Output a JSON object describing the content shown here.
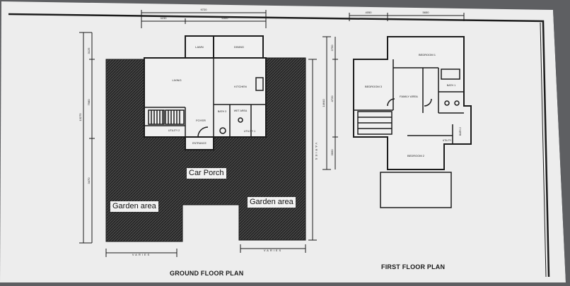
{
  "ground_floor": {
    "title": "GROUND FLOOR PLAN",
    "rooms": {
      "lawn": "LAWN",
      "dining": "DINING",
      "living": "LIVING",
      "kitchen": "KITCHEN",
      "foyer": "FOYER",
      "bath": "BATH 3",
      "wet_area": "WET AREA",
      "utility_left": "UTILITY 2",
      "utility_right": "UTILITY 1",
      "entrance": "ENTRANCE"
    },
    "dims": {
      "overall_top": "9720",
      "top_left": "3230",
      "top_right": "6300",
      "left_top": "3125",
      "left_mid": "7980",
      "left_total": "13275",
      "left_bottom": "3470",
      "right_varies": "VARIES",
      "bottom_left_varies": "VARIES",
      "bottom_right_varies": "VARIES"
    },
    "annotations": {
      "car_porch": "Car Porch",
      "garden_left": "Garden area",
      "garden_right": "Garden area"
    }
  },
  "first_floor": {
    "title": "FIRST FLOOR PLAN",
    "rooms": {
      "bedroom1": "BEDROOM 1",
      "bedroom2": "BEDROOM 2",
      "bedroom3": "BEDROOM 3",
      "family_area": "FAMILY AREA",
      "bath1": "BATH 1",
      "bath2": "BATH 2",
      "utility": "UTILITY"
    },
    "dims": {
      "top_left": "4050",
      "top_right": "5650",
      "left_top": "2750",
      "left_mid": "4720",
      "left_total": "14640",
      "left_bottom": "3660"
    }
  },
  "colors": {
    "paper": "#eeeeee",
    "ink": "#1c1c1c",
    "hatch": "#3a3a3a",
    "background": "#5e5f62"
  }
}
